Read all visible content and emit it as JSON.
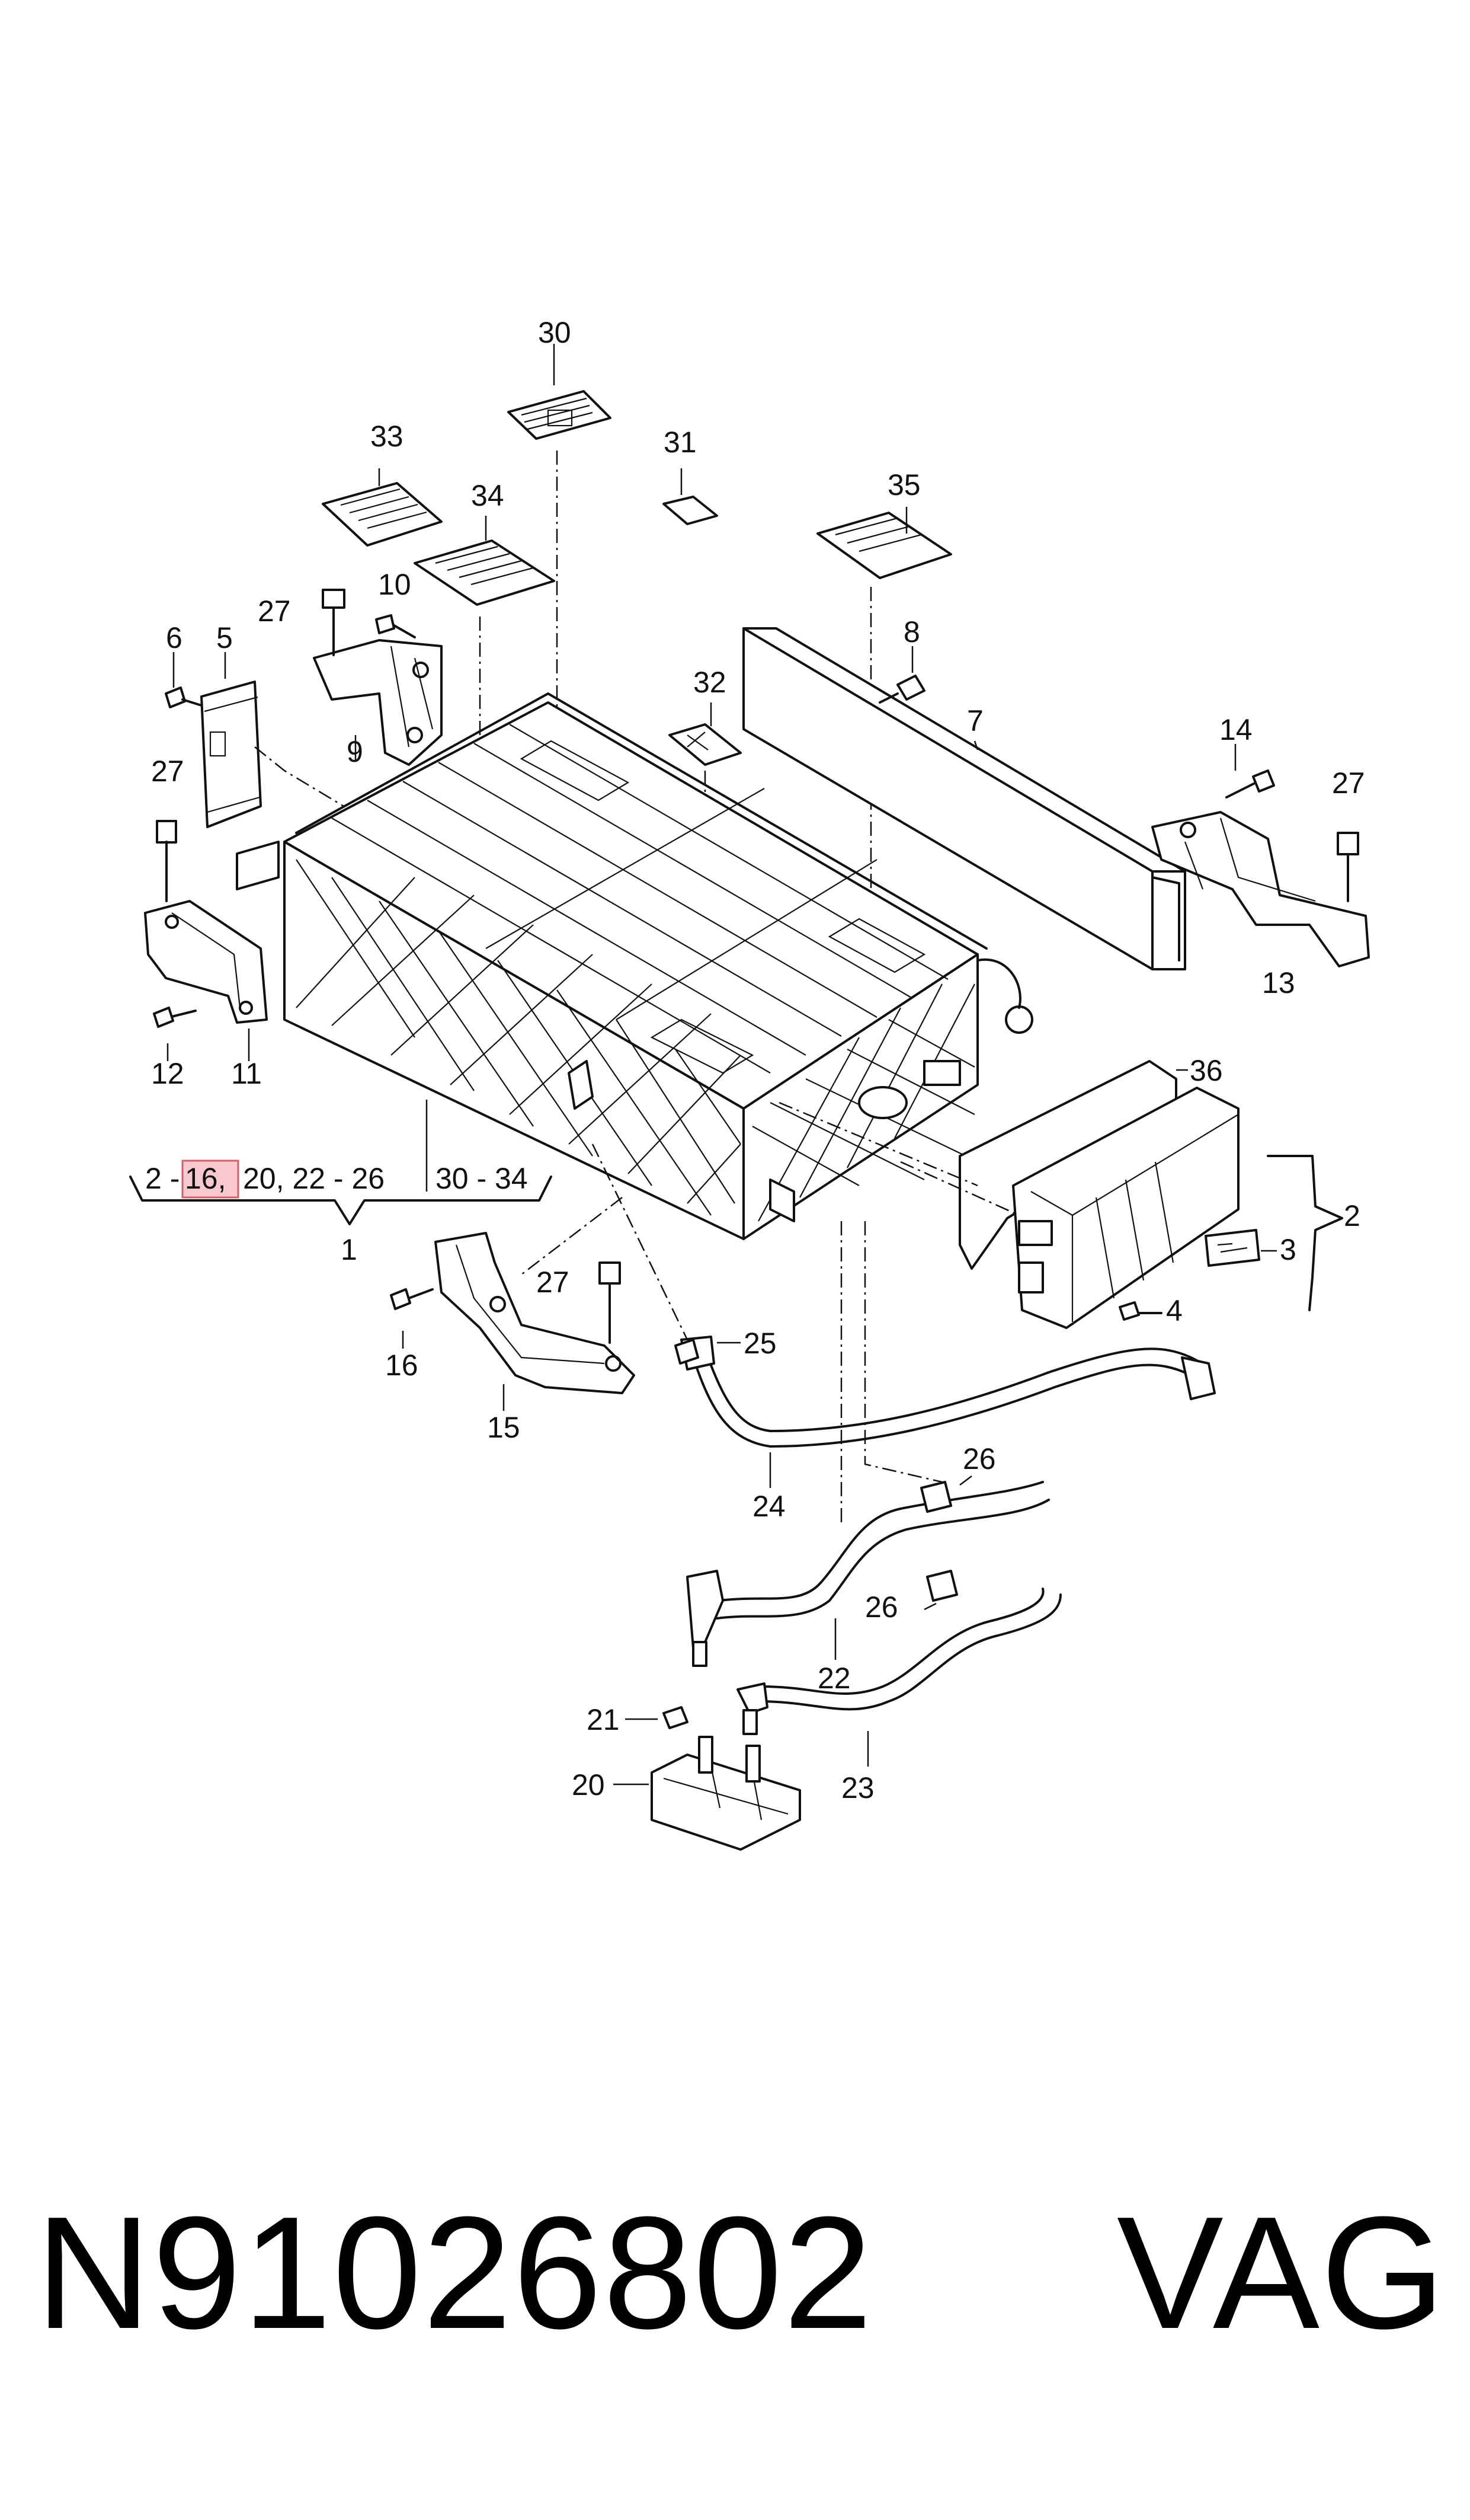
{
  "callouts": {
    "c1": "1",
    "c2": "2",
    "c3": "3",
    "c4": "4",
    "c5": "5",
    "c6": "6",
    "c7": "7",
    "c8": "8",
    "c9": "9",
    "c10": "10",
    "c11": "11",
    "c12": "12",
    "c13": "13",
    "c14": "14",
    "c15": "15",
    "c16": "16",
    "c20": "20",
    "c21": "21",
    "c22": "22",
    "c23": "23",
    "c24": "24",
    "c25": "25",
    "c26a": "26",
    "c26b": "26",
    "c27a": "27",
    "c27b": "27",
    "c27c": "27",
    "c27d": "27",
    "c30": "30",
    "c31": "31",
    "c32": "32",
    "c33": "33",
    "c34": "34",
    "c35": "35",
    "c36": "36"
  },
  "assembly_note": {
    "part_a": "2 -",
    "highlighted": "16,",
    "part_b": "20, 22 - 26",
    "part_c": "30 - 34"
  },
  "footer": {
    "part_number": "N91026802",
    "brand": "VAG"
  },
  "colors": {
    "line": "#111111",
    "highlight_fill": "#f7c9cf",
    "highlight_stroke": "#d2616c"
  }
}
